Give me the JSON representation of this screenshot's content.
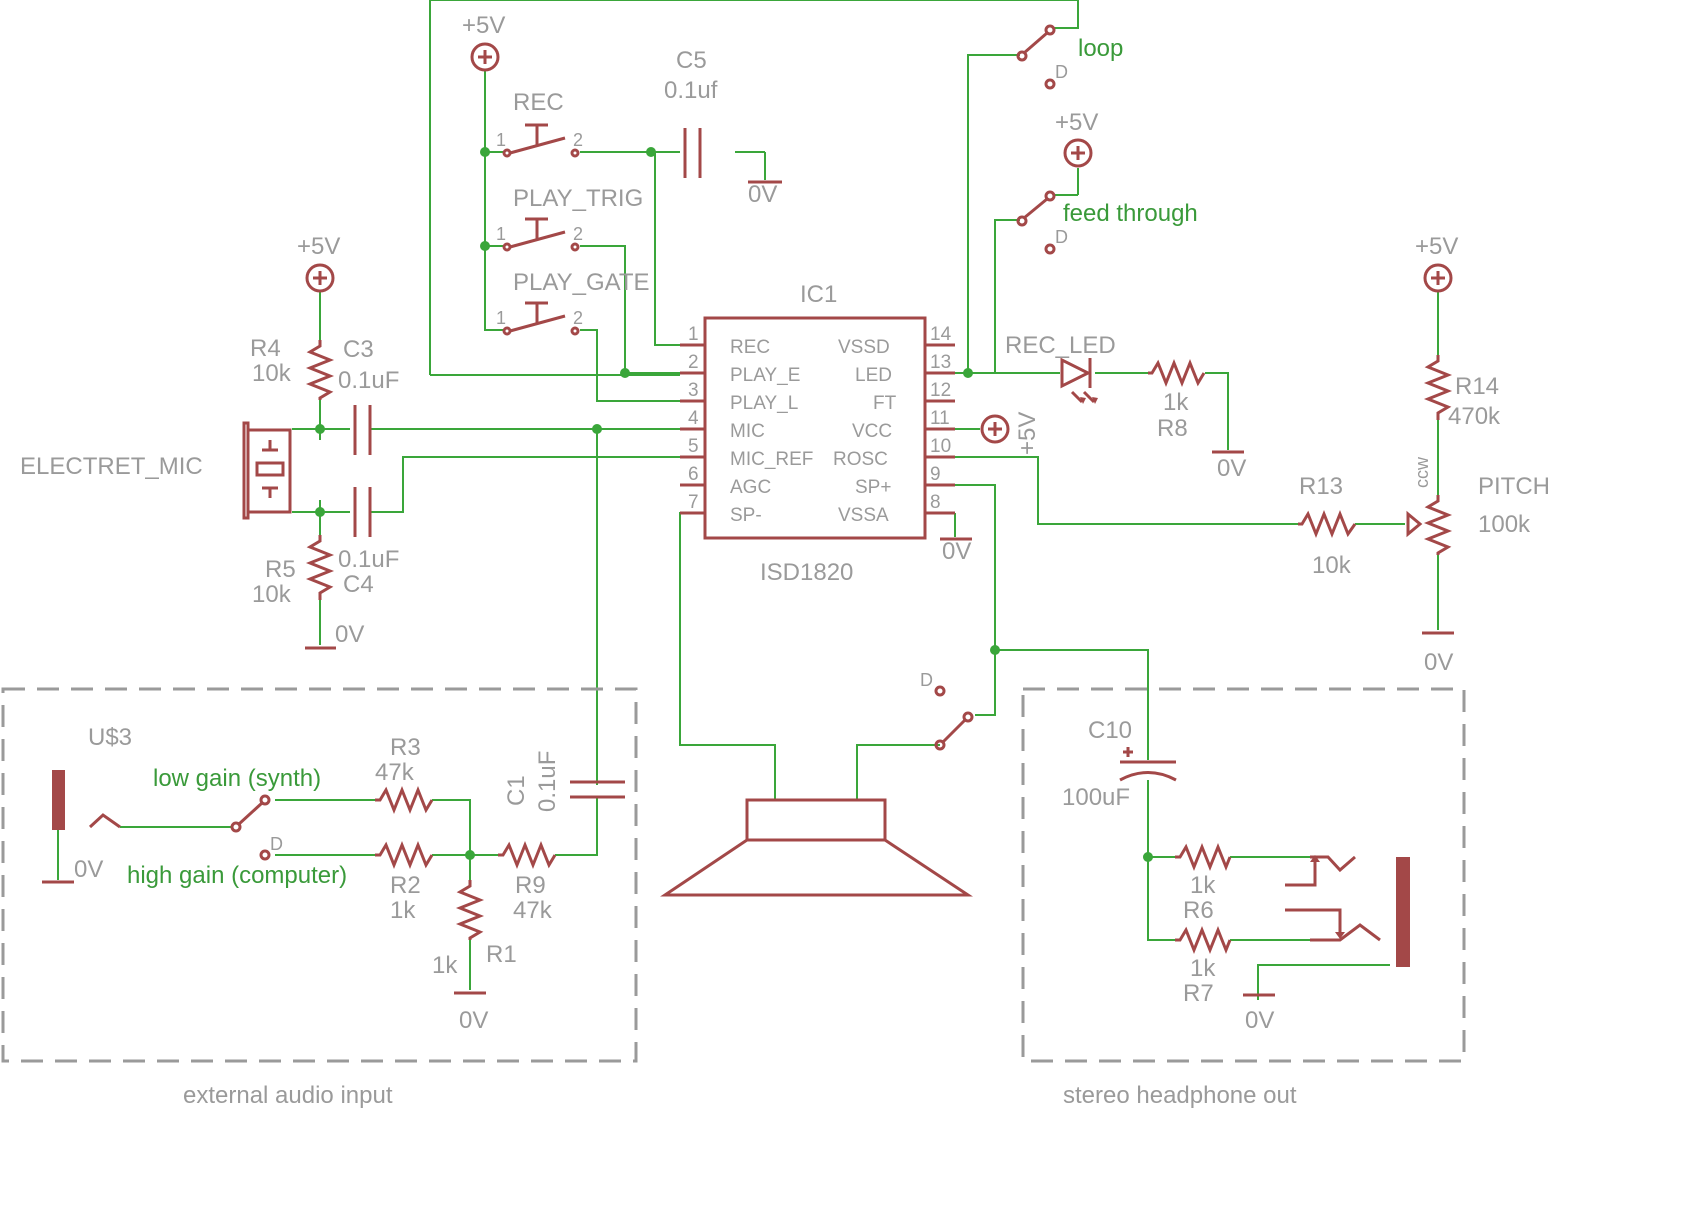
{
  "power": {
    "vcc": "+5V",
    "gnd": "0V"
  },
  "ic": {
    "ref": "IC1",
    "part": "ISD1820",
    "left_pins": [
      {
        "num": "1",
        "name": "REC"
      },
      {
        "num": "2",
        "name": "PLAY_E"
      },
      {
        "num": "3",
        "name": "PLAY_L"
      },
      {
        "num": "4",
        "name": "MIC"
      },
      {
        "num": "5",
        "name": "MIC_REF"
      },
      {
        "num": "6",
        "name": "AGC"
      },
      {
        "num": "7",
        "name": "SP-"
      }
    ],
    "right_pins": [
      {
        "num": "14",
        "name": "VSSD"
      },
      {
        "num": "13",
        "name": "LED"
      },
      {
        "num": "12",
        "name": "FT"
      },
      {
        "num": "11",
        "name": "VCC"
      },
      {
        "num": "10",
        "name": "ROSC"
      },
      {
        "num": "9",
        "name": "SP+"
      },
      {
        "num": "8",
        "name": "VSSA"
      }
    ]
  },
  "switches": {
    "rec": "REC",
    "play_trig": "PLAY_TRIG",
    "play_gate": "PLAY_GATE",
    "pin1": "1",
    "pin2": "2",
    "loop": "loop",
    "feed_through": "feed through",
    "default_mark": "D",
    "low_gain": "low gain (synth)",
    "high_gain": "high gain (computer)"
  },
  "components": {
    "c5": {
      "ref": "C5",
      "value": "0.1uf"
    },
    "r4": {
      "ref": "R4",
      "value": "10k"
    },
    "c3": {
      "ref": "C3",
      "value": "0.1uF"
    },
    "r5": {
      "ref": "R5",
      "value": "10k"
    },
    "c4": {
      "ref": "C4",
      "value": "0.1uF"
    },
    "mic": {
      "ref": "ELECTRET_MIC"
    },
    "led": {
      "ref": "REC_LED"
    },
    "r8": {
      "ref": "R8",
      "value": "1k"
    },
    "r13": {
      "ref": "R13",
      "value": "10k"
    },
    "r14": {
      "ref": "R14",
      "value": "470k"
    },
    "pitch": {
      "ref": "PITCH",
      "value": "100k",
      "dir": "ccw"
    },
    "u3": {
      "ref": "U$3"
    },
    "r3": {
      "ref": "R3",
      "value": "47k"
    },
    "r2": {
      "ref": "R2",
      "value": "1k"
    },
    "r9": {
      "ref": "R9",
      "value": "47k"
    },
    "r1": {
      "ref": "R1",
      "value": "1k"
    },
    "c1": {
      "ref": "C1",
      "value": "0.1uF"
    },
    "c10": {
      "ref": "C10",
      "value": "100uF"
    },
    "r6": {
      "ref": "R6",
      "value": "1k"
    },
    "r7": {
      "ref": "R7",
      "value": "1k"
    }
  },
  "frames": {
    "input": "external audio input",
    "output": "stereo headphone out"
  }
}
